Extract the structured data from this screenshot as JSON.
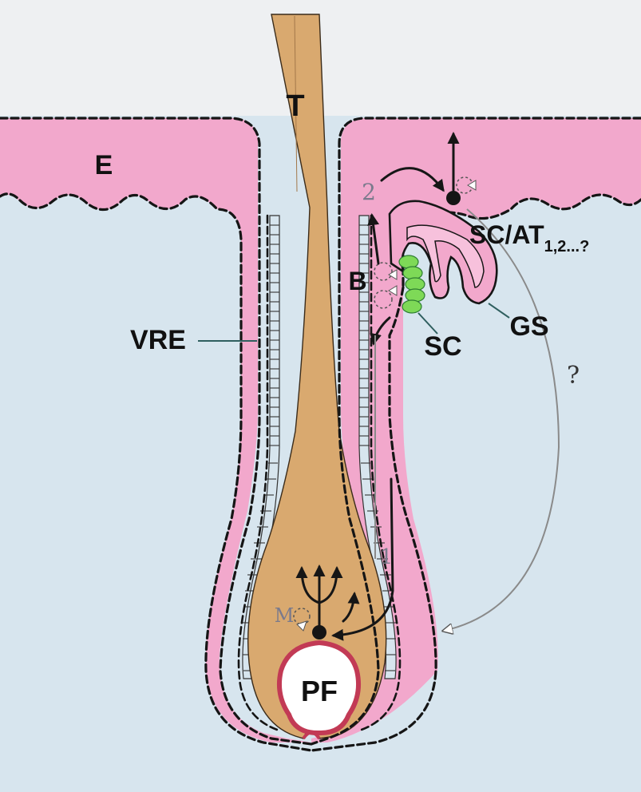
{
  "labels": {
    "epidermis": "E",
    "hair_shaft": "T",
    "sc_at": "SC/AT",
    "sc_at_sub": "1,2...?",
    "bulge": "B",
    "sebaceous_gland": "GS",
    "stem_cells": "SC",
    "vre": "VRE",
    "papilla": "PF",
    "melanocyte": "M",
    "path_1": "1",
    "path_2": "2",
    "question": "?"
  },
  "colors": {
    "background": "#d7e5ee",
    "epithelium": "#f2a8cc",
    "hair": "#d9a96f",
    "stem_cells": "#7ed957",
    "papilla_rim": "#c23a55"
  }
}
